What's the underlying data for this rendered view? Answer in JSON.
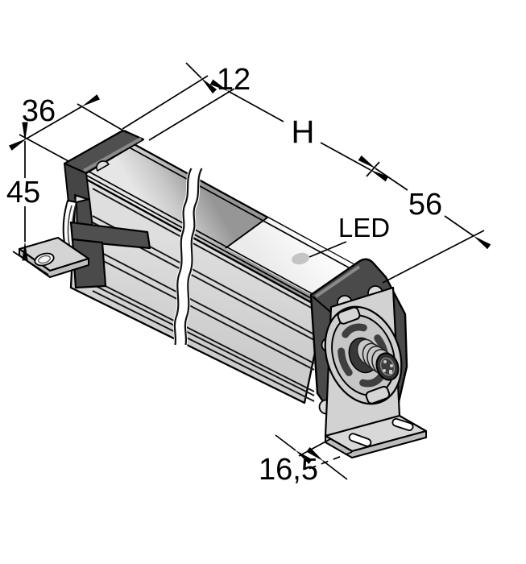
{
  "drawing": {
    "kind": "isometric-dimension-drawing",
    "labels": {
      "end_width": "36",
      "height": "45",
      "first_beam_offset": "12",
      "length": "H",
      "end_offset": "56",
      "led": "LED",
      "foot_width": "16,5"
    },
    "colors": {
      "background": "#ffffff",
      "outline": "#000000",
      "end_caps": "#4a4a4a",
      "housing_front": "#d6d6d6",
      "housing_top_dark": "#969696",
      "housing_top_light": "#e6e6e6",
      "window": "#f8f8f8",
      "led_dot": "#c4c4c4",
      "bracket": "#d2d2d2",
      "connector_face": "#333333"
    }
  }
}
